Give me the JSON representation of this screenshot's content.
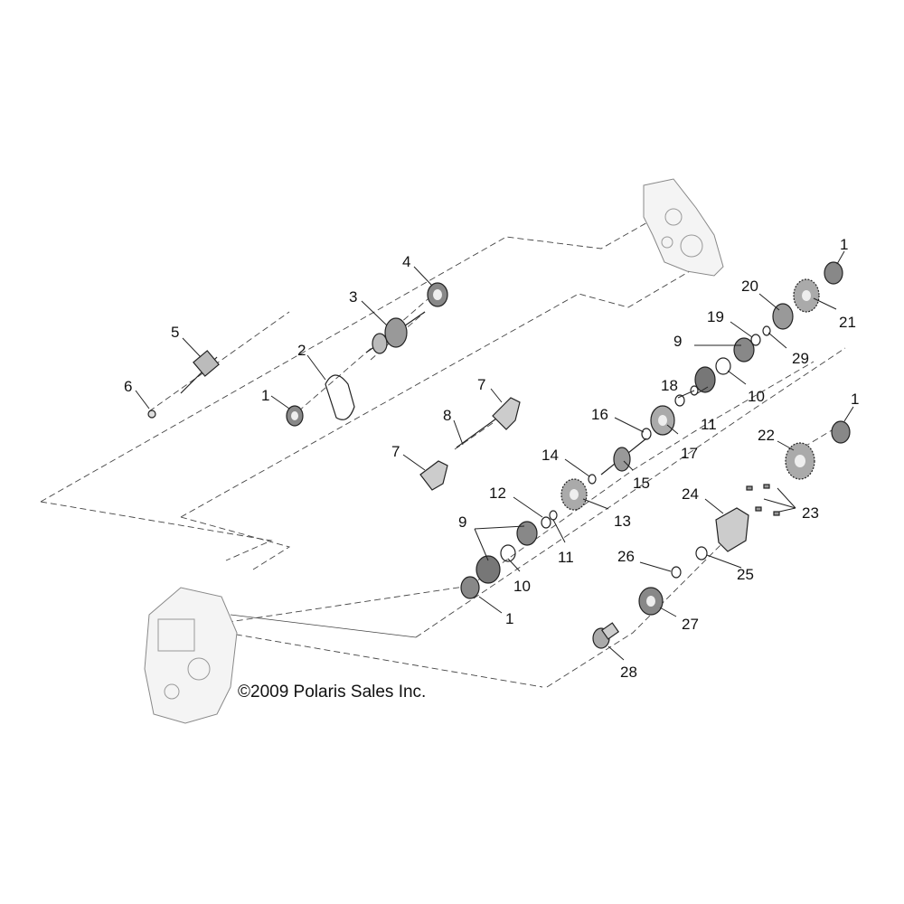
{
  "copyright": "©2009 Polaris Sales Inc.",
  "callouts": [
    {
      "id": "c1a",
      "label": "1"
    },
    {
      "id": "c1b",
      "label": "1"
    },
    {
      "id": "c1c",
      "label": "1"
    },
    {
      "id": "c1d",
      "label": "1"
    },
    {
      "id": "c2",
      "label": "2"
    },
    {
      "id": "c3",
      "label": "3"
    },
    {
      "id": "c4",
      "label": "4"
    },
    {
      "id": "c5",
      "label": "5"
    },
    {
      "id": "c6",
      "label": "6"
    },
    {
      "id": "c7a",
      "label": "7"
    },
    {
      "id": "c7b",
      "label": "7"
    },
    {
      "id": "c8",
      "label": "8"
    },
    {
      "id": "c9a",
      "label": "9"
    },
    {
      "id": "c9b",
      "label": "9"
    },
    {
      "id": "c10a",
      "label": "10"
    },
    {
      "id": "c10b",
      "label": "10"
    },
    {
      "id": "c11a",
      "label": "11"
    },
    {
      "id": "c11b",
      "label": "11"
    },
    {
      "id": "c12",
      "label": "12"
    },
    {
      "id": "c13",
      "label": "13"
    },
    {
      "id": "c14",
      "label": "14"
    },
    {
      "id": "c15",
      "label": "15"
    },
    {
      "id": "c16",
      "label": "16"
    },
    {
      "id": "c17",
      "label": "17"
    },
    {
      "id": "c18",
      "label": "18"
    },
    {
      "id": "c19",
      "label": "19"
    },
    {
      "id": "c20",
      "label": "20"
    },
    {
      "id": "c21",
      "label": "21"
    },
    {
      "id": "c22",
      "label": "22"
    },
    {
      "id": "c23",
      "label": "23"
    },
    {
      "id": "c24",
      "label": "24"
    },
    {
      "id": "c25",
      "label": "25"
    },
    {
      "id": "c26",
      "label": "26"
    },
    {
      "id": "c27",
      "label": "27"
    },
    {
      "id": "c28",
      "label": "28"
    },
    {
      "id": "c29",
      "label": "29"
    }
  ]
}
